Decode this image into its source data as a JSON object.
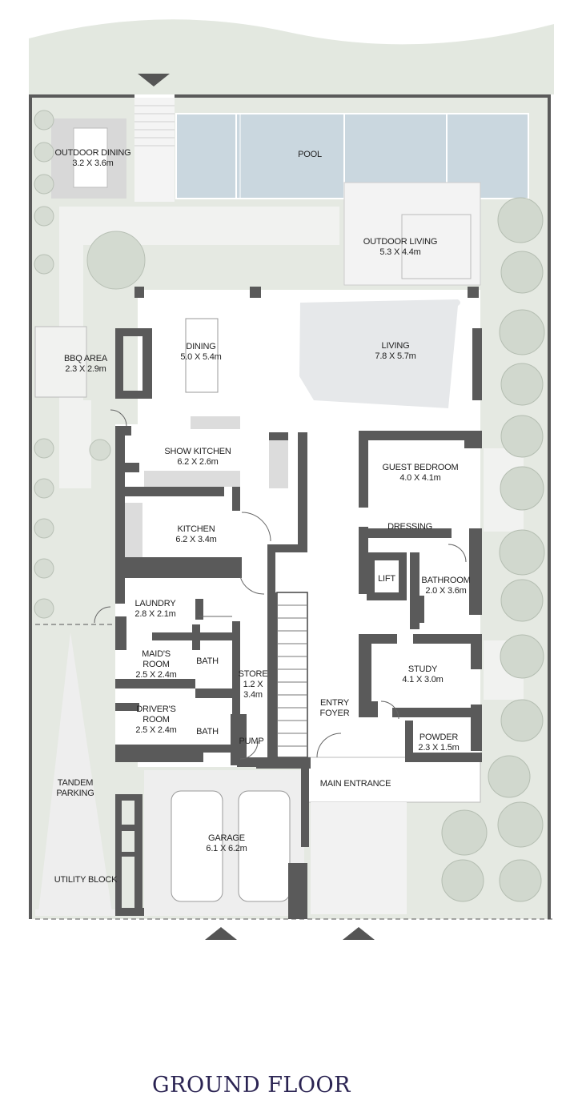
{
  "title": "GROUND FLOOR",
  "colors": {
    "wall": "#5a5a5a",
    "landscape": "#e3e8e0",
    "pool": "#cad7df",
    "interior": "#ffffff",
    "deck": "#d8d8d8",
    "title": "#2a2352"
  },
  "rooms": [
    {
      "id": "outdoor-dining",
      "name": "OUTDOOR DINING",
      "dims": "3.2 X 3.6m"
    },
    {
      "id": "pool",
      "name": "POOL",
      "dims": ""
    },
    {
      "id": "outdoor-living",
      "name": "OUTDOOR LIVING",
      "dims": "5.3 X 4.4m"
    },
    {
      "id": "bbq-area",
      "name": "BBQ AREA",
      "dims": "2.3 X 2.9m"
    },
    {
      "id": "dining",
      "name": "DINING",
      "dims": "5.0 X 5.4m"
    },
    {
      "id": "living",
      "name": "LIVING",
      "dims": "7.8 X 5.7m"
    },
    {
      "id": "show-kitchen",
      "name": "SHOW KITCHEN",
      "dims": "6.2 X 2.6m"
    },
    {
      "id": "guest-bedroom",
      "name": "GUEST BEDROOM",
      "dims": "4.0 X 4.1m"
    },
    {
      "id": "kitchen",
      "name": "KITCHEN",
      "dims": "6.2 X 3.4m"
    },
    {
      "id": "dressing",
      "name": "DRESSING",
      "dims": ""
    },
    {
      "id": "lift",
      "name": "LIFT",
      "dims": ""
    },
    {
      "id": "bathroom",
      "name": "BATHROOM",
      "dims": "2.0 X 3.6m"
    },
    {
      "id": "laundry",
      "name": "LAUNDRY",
      "dims": "2.8 X 2.1m"
    },
    {
      "id": "maids-room",
      "name": "MAID'S ROOM",
      "dims": "2.5 X 2.4m"
    },
    {
      "id": "bath-1",
      "name": "BATH",
      "dims": ""
    },
    {
      "id": "store",
      "name": "STORE",
      "dims": "1.2 X 3.4m"
    },
    {
      "id": "study",
      "name": "STUDY",
      "dims": "4.1 X 3.0m"
    },
    {
      "id": "entry-foyer",
      "name": "ENTRY FOYER",
      "dims": ""
    },
    {
      "id": "drivers-room",
      "name": "DRIVER'S ROOM",
      "dims": "2.5 X 2.4m"
    },
    {
      "id": "bath-2",
      "name": "BATH",
      "dims": ""
    },
    {
      "id": "pump",
      "name": "PUMP",
      "dims": ""
    },
    {
      "id": "powder",
      "name": "POWDER",
      "dims": "2.3 X 1.5m"
    },
    {
      "id": "main-entrance",
      "name": "MAIN ENTRANCE",
      "dims": ""
    },
    {
      "id": "tandem-parking",
      "name": "TANDEM PARKING",
      "dims": ""
    },
    {
      "id": "garage",
      "name": "GARAGE",
      "dims": "6.1 X 6.2m"
    },
    {
      "id": "utility-block",
      "name": "UTILITY BLOCK",
      "dims": ""
    }
  ]
}
